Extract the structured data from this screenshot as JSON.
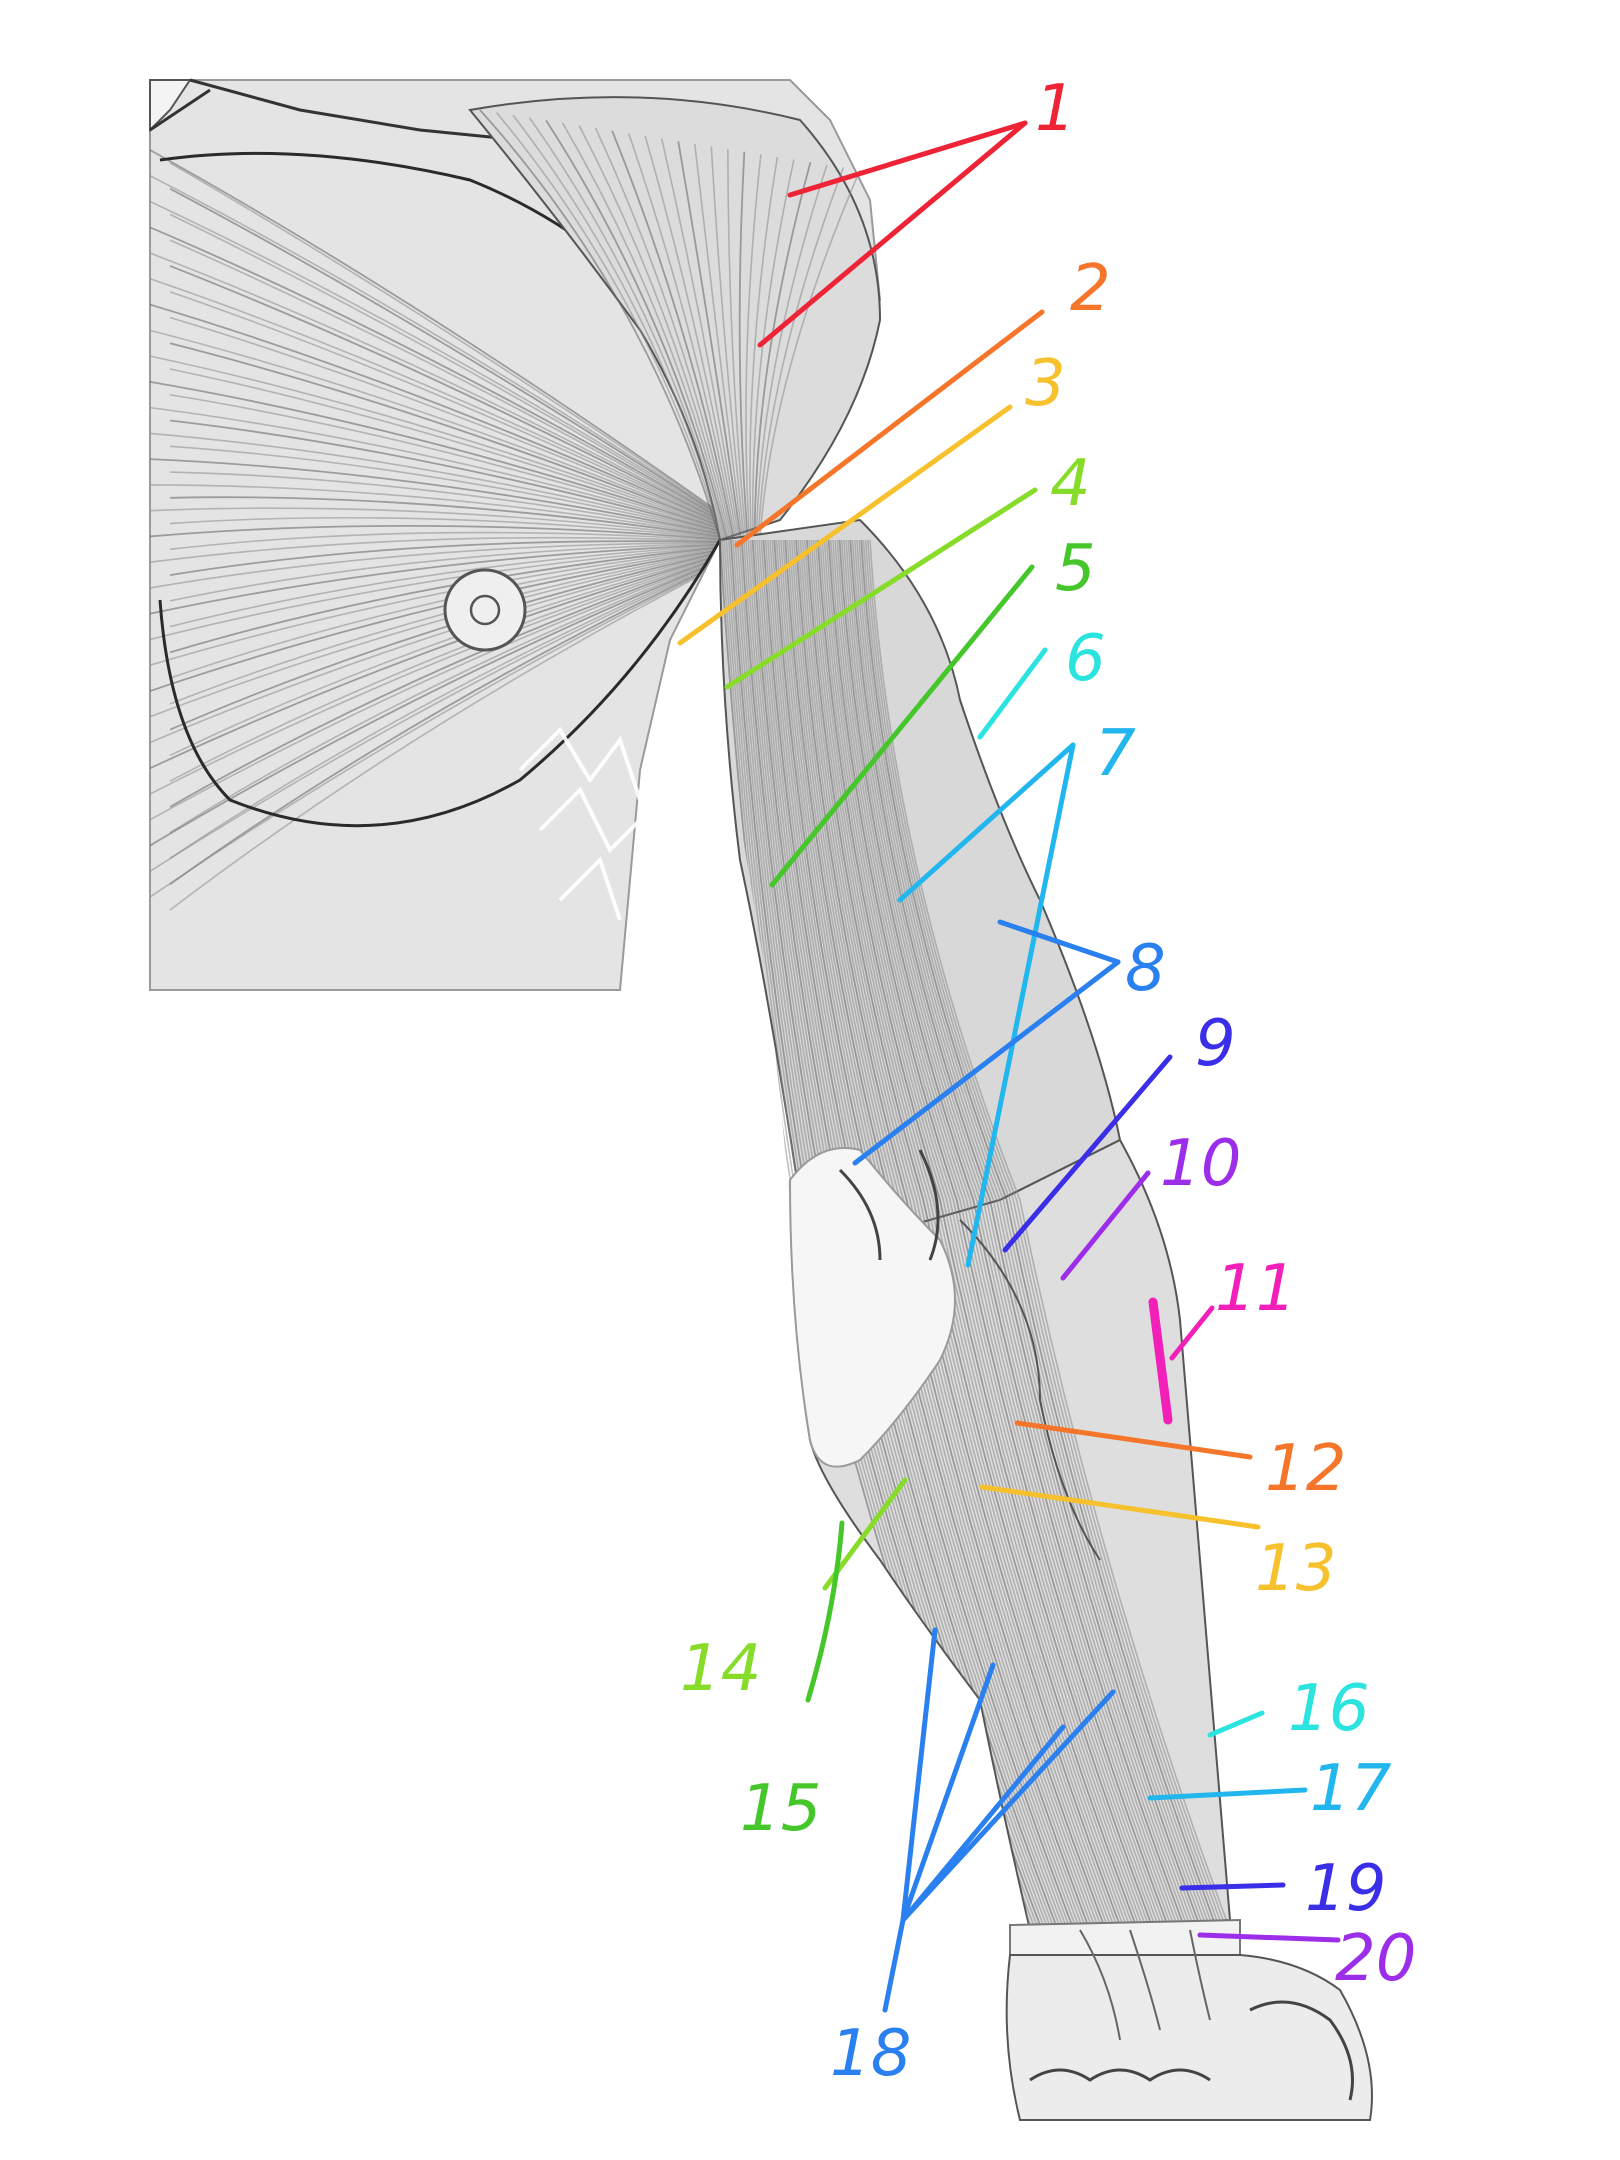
{
  "labels": [
    {
      "id": "1",
      "text": "1",
      "color": "#ee2436"
    },
    {
      "id": "2",
      "text": "2",
      "color": "#f5762a"
    },
    {
      "id": "3",
      "text": "3",
      "color": "#f6c12d"
    },
    {
      "id": "4",
      "text": "4",
      "color": "#86dc29"
    },
    {
      "id": "5",
      "text": "5",
      "color": "#45c62b"
    },
    {
      "id": "6",
      "text": "6",
      "color": "#2be4df"
    },
    {
      "id": "7",
      "text": "7",
      "color": "#21b7ee"
    },
    {
      "id": "8",
      "text": "8",
      "color": "#2a80ee"
    },
    {
      "id": "9",
      "text": "9",
      "color": "#3a2ee8"
    },
    {
      "id": "10",
      "text": "10",
      "color": "#9c2eea"
    },
    {
      "id": "11",
      "text": "11",
      "color": "#f21fb8"
    },
    {
      "id": "12",
      "text": "12",
      "color": "#f5762a"
    },
    {
      "id": "13",
      "text": "13",
      "color": "#f6c12d"
    },
    {
      "id": "14",
      "text": "14",
      "color": "#86dc29"
    },
    {
      "id": "15",
      "text": "15",
      "color": "#45c62b"
    },
    {
      "id": "16",
      "text": "16",
      "color": "#2be4df"
    },
    {
      "id": "17",
      "text": "17",
      "color": "#21b7ee"
    },
    {
      "id": "18",
      "text": "18",
      "color": "#2a80ee"
    },
    {
      "id": "19",
      "text": "19",
      "color": "#3a2ee8"
    },
    {
      "id": "20",
      "text": "20",
      "color": "#9c2eea"
    }
  ]
}
